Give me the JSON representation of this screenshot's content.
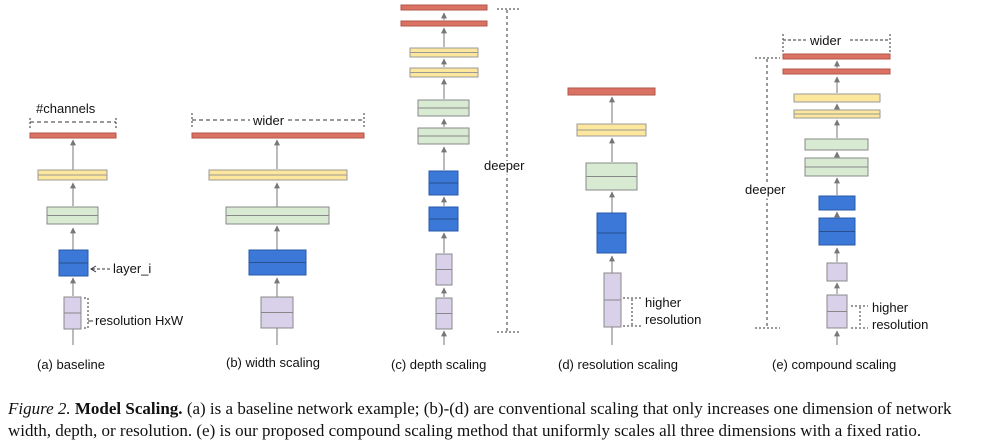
{
  "figure": {
    "annotations": {
      "channels": "#channels",
      "layer_i": "layer_i",
      "resolution_hxw": "resolution HxW",
      "wider_b": "wider",
      "deeper_c": "deeper",
      "higher_res_d_1": "higher",
      "higher_res_d_2": "resolution",
      "wider_e": "wider",
      "deeper_e": "deeper",
      "higher_res_e_1": "higher",
      "higher_res_e_2": "resolution"
    },
    "subcaptions": {
      "a": "(a) baseline",
      "b": "(b) width scaling",
      "c": "(c) depth scaling",
      "d": "(d) resolution scaling",
      "e": "(e) compound scaling"
    },
    "colors": {
      "red": "#d97262",
      "yellow": "#fde79c",
      "green": "#d8ead2",
      "blue": "#3b78d8",
      "purple": "#d9d1ea",
      "arrow": "#777777"
    }
  },
  "caption": {
    "label": "Figure 2.",
    "title": "Model Scaling.",
    "text": "(a) is a baseline network example; (b)-(d) are conventional scaling that only increases one dimension of network width, depth, or resolution. (e) is our proposed compound scaling method that uniformly scales all three dimensions with a fixed ratio."
  }
}
